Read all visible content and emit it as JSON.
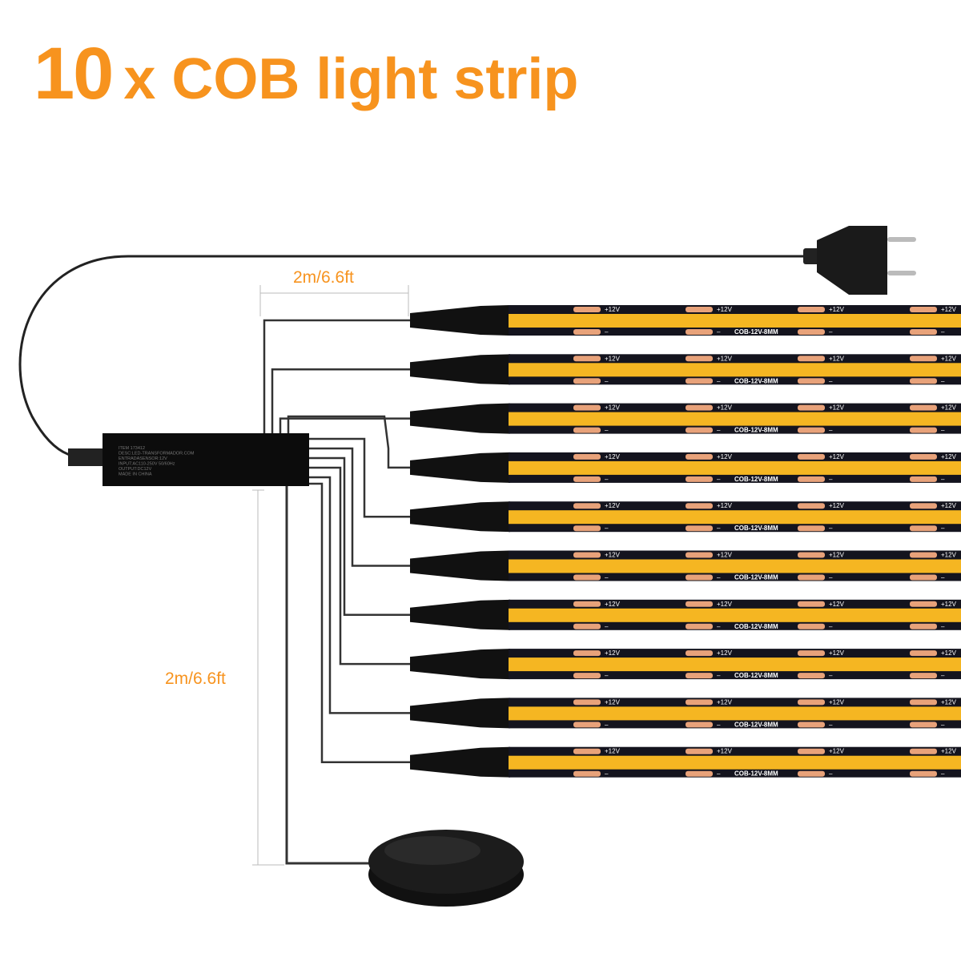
{
  "title": {
    "count": "10",
    "text": "x COB light strip"
  },
  "dimensions": {
    "top_length": "2m/6.6ft",
    "side_length": "2m/6.6ft"
  },
  "strip": {
    "positive_label": "+12V",
    "negative_label": "–",
    "model": "COB-12V-8MM",
    "count": 10
  },
  "controller": {
    "lines": [
      "ITEM 173412",
      "DESC:LED-TRANSFORMADOR.COM",
      "ENTRADASENSOR:12V",
      "INPUT:AC110-250V 50/60Hz",
      "OUTPUT:DC12V",
      "MADE IN CHINA"
    ]
  },
  "colors": {
    "accent": "#f7931e",
    "strip_yellow": "#f5b622",
    "strip_dark": "#14141e",
    "pad": "#e8a27a"
  }
}
